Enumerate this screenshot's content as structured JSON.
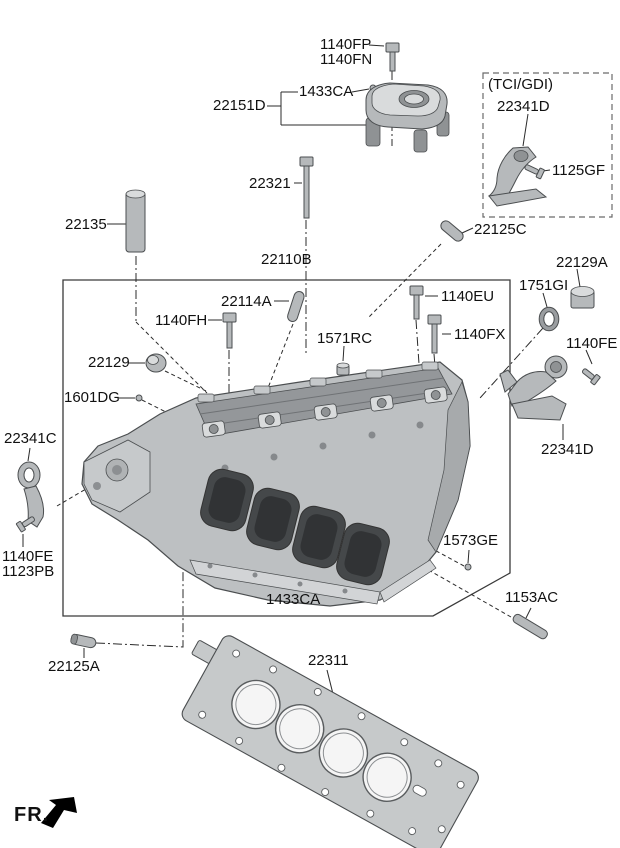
{
  "labels": {
    "l1140fp": "1140FP",
    "l1140fn": "1140FN",
    "l1433ca_top": "1433CA",
    "l22151d": "22151D",
    "ltci": "(TCI/GDI)",
    "l22341d_tci": "22341D",
    "l1125gf": "1125GF",
    "l22321": "22321",
    "l22135": "22135",
    "l22125c": "22125C",
    "l22110b": "22110B",
    "l22129a": "22129A",
    "l1751gi": "1751GI",
    "l22114a": "22114A",
    "l1140eu": "1140EU",
    "l1140fh": "1140FH",
    "l1571rc": "1571RC",
    "l1140fx": "1140FX",
    "l1140fe_right": "1140FE",
    "l22129": "22129",
    "l1601dg": "1601DG",
    "l22341c": "22341C",
    "l22341d_right": "22341D",
    "l1573ge": "1573GE",
    "l1140fe_left": "1140FE",
    "l1123pb": "1123PB",
    "l1433ca_bottom": "1433CA",
    "l1153ac": "1153AC",
    "l22125a": "22125A",
    "l22311": "22311",
    "lfr": "FR."
  },
  "colors": {
    "line": "#2b2b2b",
    "outline": "#4b4e50",
    "fill": "#bdc0c2",
    "fill-dark": "#94979a",
    "port": "#45484a",
    "bg": "#ffffff",
    "label": "#111111"
  }
}
